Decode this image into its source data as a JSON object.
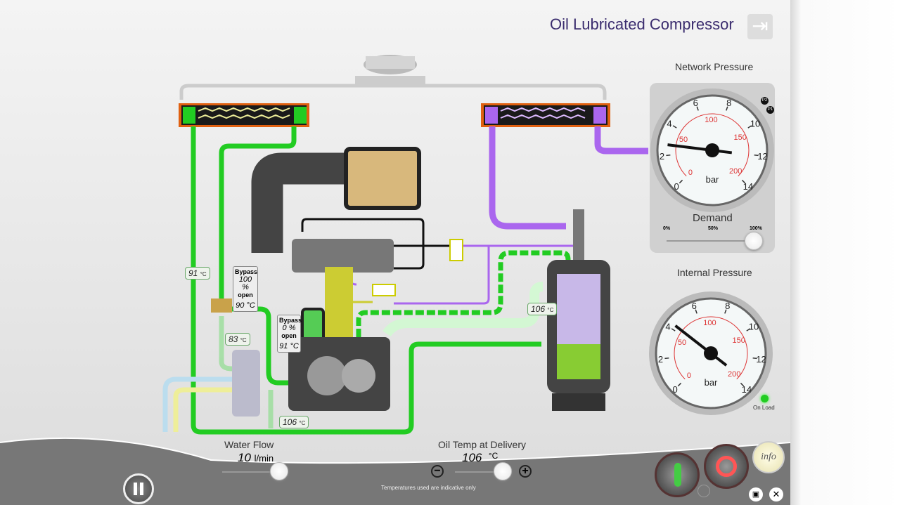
{
  "title": "Oil Lubricated Compressor",
  "network_pressure": {
    "label": "Network Pressure",
    "unit": "bar",
    "outer_ticks": [
      "0",
      "2",
      "4",
      "6",
      "8",
      "10",
      "12",
      "14"
    ],
    "inner_ticks": [
      "0",
      "50",
      "100",
      "150",
      "200"
    ],
    "value_bar": 2.7,
    "set_markers": [
      "P2",
      "P1"
    ]
  },
  "demand": {
    "label": "Demand",
    "ticks": [
      "0%",
      "50%",
      "100%"
    ],
    "value_percent": 100
  },
  "internal_pressure": {
    "label": "Internal Pressure",
    "unit": "bar",
    "outer_ticks": [
      "0",
      "2",
      "4",
      "6",
      "8",
      "10",
      "12",
      "14"
    ],
    "inner_ticks": [
      "0",
      "50",
      "100",
      "150",
      "200"
    ],
    "value_bar": 4.3
  },
  "status": {
    "label": "On Load",
    "color": "#22cc22"
  },
  "tags": {
    "t91": "91",
    "t83": "83",
    "t106a": "106",
    "t106b": "106",
    "unit": "°C"
  },
  "bypass1": {
    "label": "Bypass",
    "value": "100 %",
    "open": "open",
    "temp": "90"
  },
  "bypass2": {
    "label": "Bypass",
    "value": "0 %",
    "open": "open",
    "temp": "91"
  },
  "water_flow": {
    "label": "Water Flow",
    "value": "10",
    "unit": "l/min",
    "slider_fraction": 0.85
  },
  "oil_temp": {
    "label": "Oil Temp at Delivery",
    "value": "106",
    "unit": "°C",
    "slider_fraction": 0.85,
    "minus": "−",
    "plus": "+"
  },
  "note": "Temperatures used are indicative only",
  "buttons": {
    "info": "info",
    "pause": "pause",
    "start": "start",
    "stop": "stop",
    "timer": "timer",
    "screen": "screen",
    "close": "close",
    "collapse": "collapse"
  }
}
